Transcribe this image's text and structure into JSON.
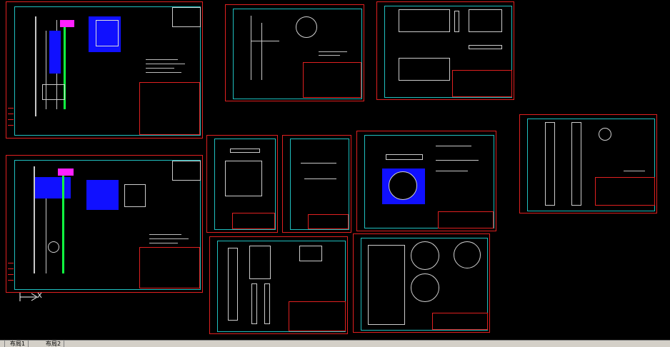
{
  "layout_tabs": [
    {
      "label": "布局1"
    },
    {
      "label": "布局2"
    }
  ],
  "ucs": {
    "x_label": "X"
  },
  "colors": {
    "border": "#e02020",
    "inner": "#20c0c0",
    "background": "#000000",
    "highlight_blue": "#1010ff",
    "highlight_green": "#10ff40",
    "highlight_magenta": "#ff20ff"
  }
}
